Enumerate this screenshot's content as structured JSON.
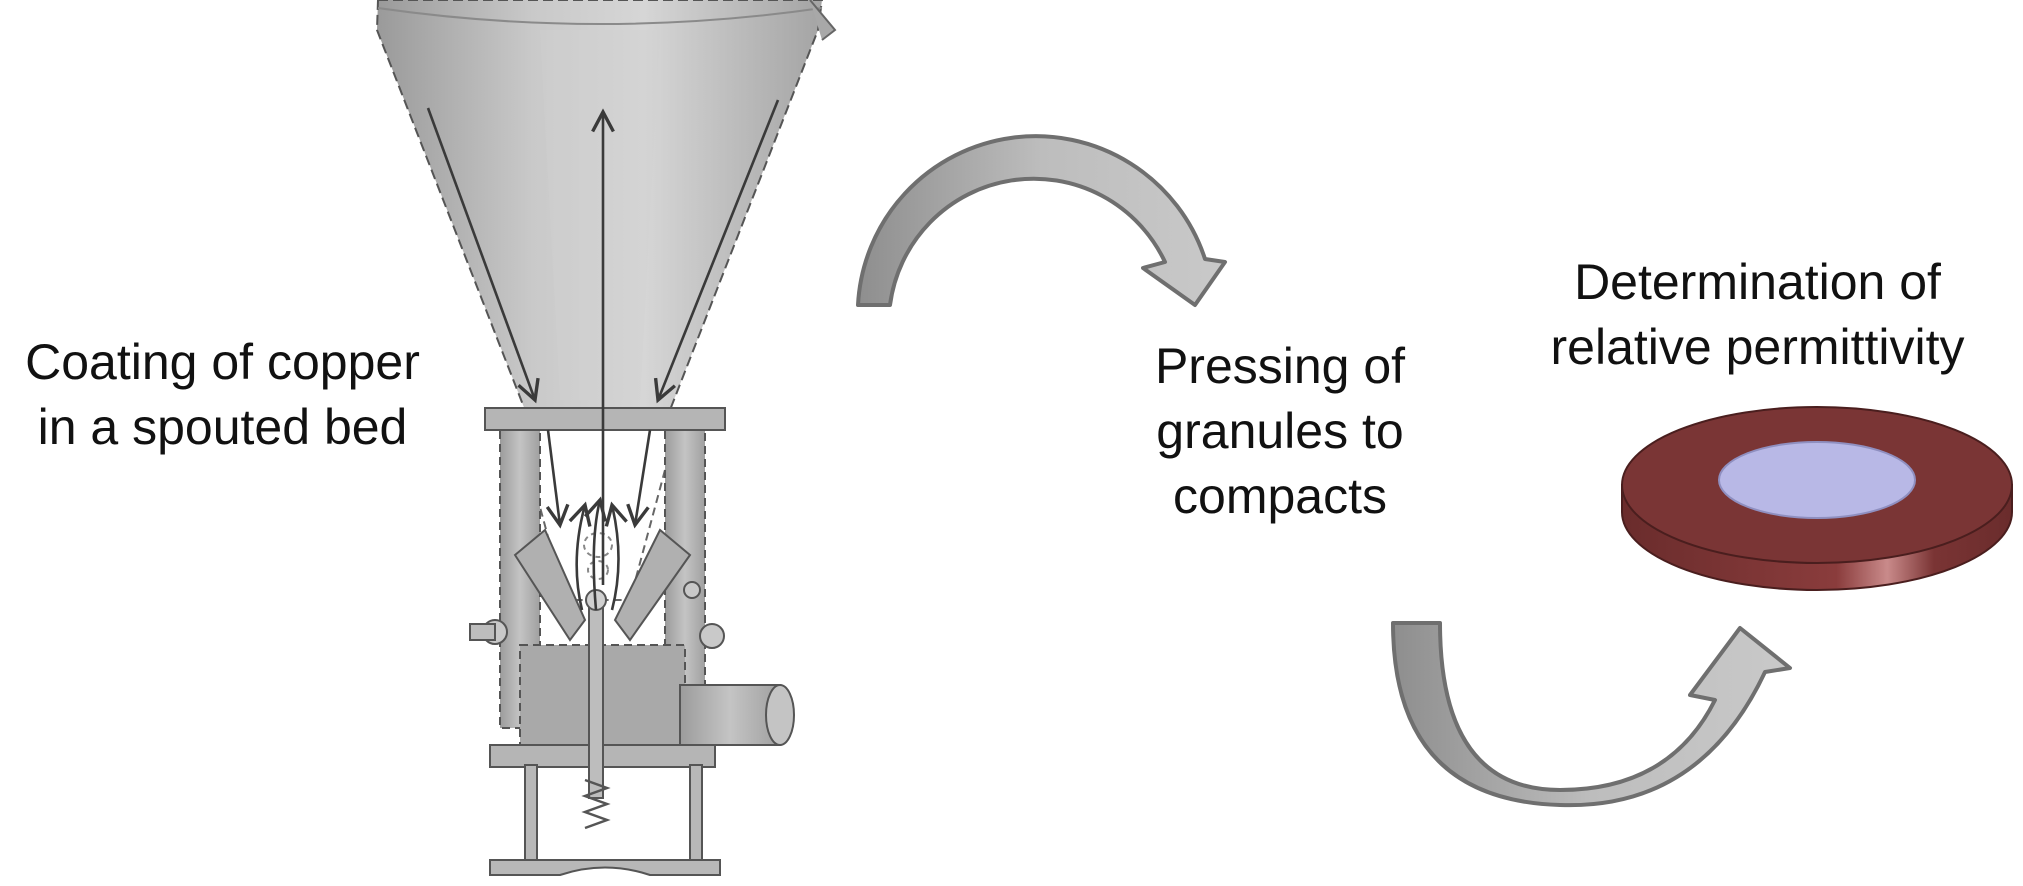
{
  "steps": [
    {
      "id": "step1",
      "lines": [
        "Coating of copper",
        "in a spouted bed"
      ]
    },
    {
      "id": "step2",
      "lines": [
        "Pressing of",
        "granules to",
        "compacts"
      ]
    },
    {
      "id": "step3",
      "lines": [
        "Determination of",
        "relative permittivity"
      ]
    }
  ],
  "colors": {
    "apparatus_metal": "#b8b8b8",
    "apparatus_dark": "#8a8a8a",
    "flow_arrow": "#3a3a3a",
    "process_arrow": "#a6a6a6",
    "process_arrow_outline": "#6f6f6f",
    "disc_rim": "#7a3535",
    "disc_electrode": "#b8b8e6"
  },
  "icons": [
    "spouted-bed-apparatus",
    "curved-process-arrow",
    "dielectric-disc-sample"
  ]
}
